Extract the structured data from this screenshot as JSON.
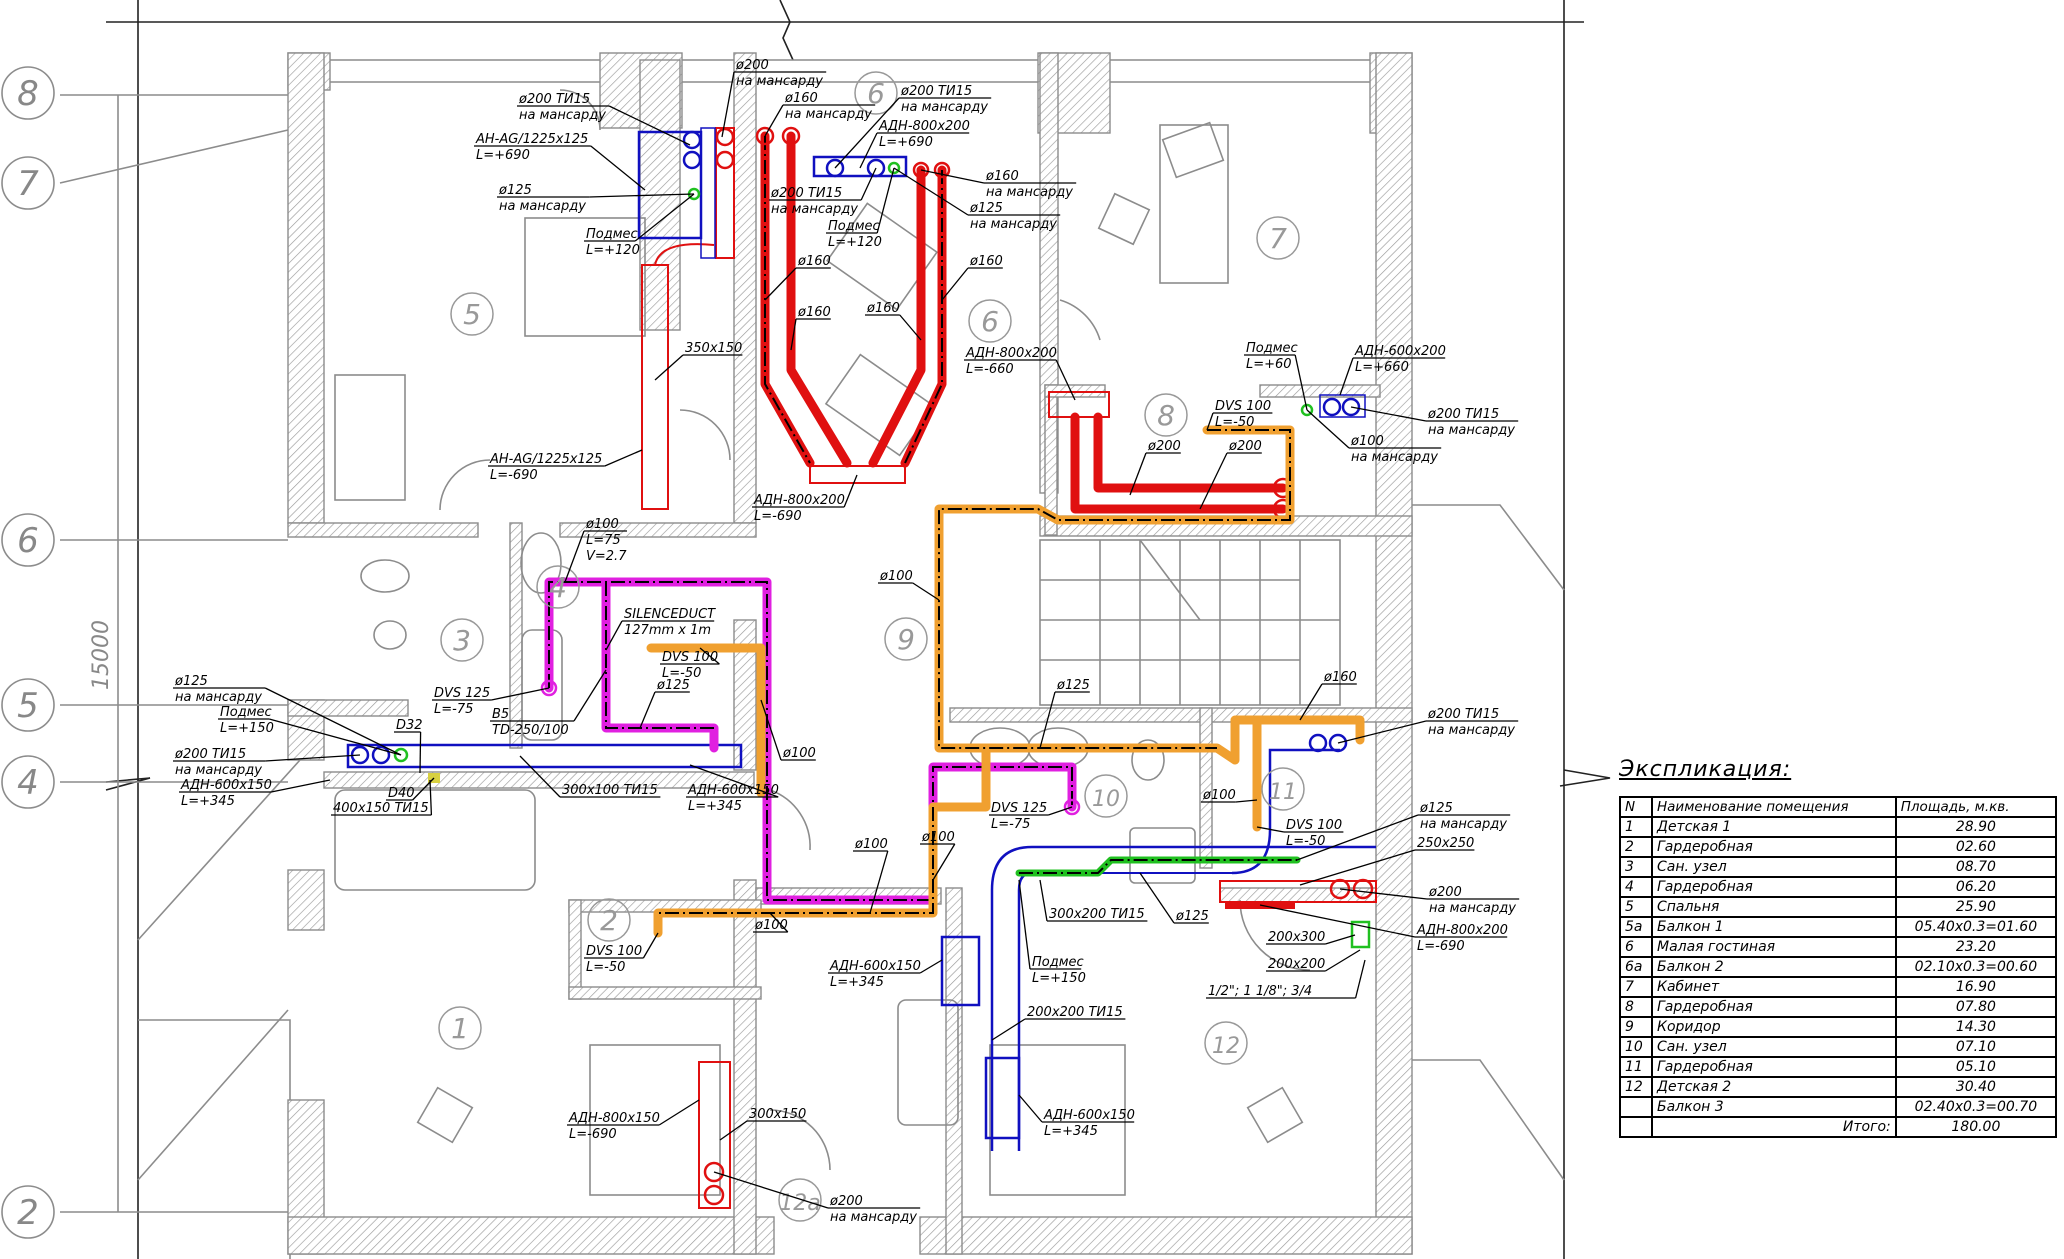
{
  "colors": {
    "supply_red": "#e01010",
    "blue": "#1010c0",
    "magenta": "#e020e0",
    "orange": "#f0a030",
    "green": "#20c020",
    "architecture": "#8c8c8c"
  },
  "grid_axes": [
    "8",
    "7",
    "6",
    "5",
    "4",
    "2"
  ],
  "overall_dimension": "15000",
  "room_numbers": [
    "1",
    "2",
    "3",
    "4",
    "5",
    "6",
    "6",
    "7",
    "8",
    "9",
    "10",
    "11",
    "12",
    "12a"
  ],
  "annotations": [
    {
      "lines": [
        "ø200 ТИ15",
        "на мансарду"
      ]
    },
    {
      "lines": [
        "АН-AG/1225x125",
        "L=+690"
      ]
    },
    {
      "lines": [
        "ø125",
        "на мансарду"
      ]
    },
    {
      "lines": [
        "Подмес",
        "L=+120"
      ]
    },
    {
      "lines": [
        "ø200",
        "на мансарду"
      ]
    },
    {
      "lines": [
        "ø160",
        "на мансарду"
      ]
    },
    {
      "lines": [
        "ø200 ТИ15",
        "на мансарду"
      ]
    },
    {
      "lines": [
        "АДН-800x200",
        "L=+690"
      ]
    },
    {
      "lines": [
        "ø200 ТИ15",
        "на мансарду"
      ]
    },
    {
      "lines": [
        "Подмес",
        "L=+120"
      ]
    },
    {
      "lines": [
        "ø160",
        "на мансарду"
      ]
    },
    {
      "lines": [
        "ø125",
        "на мансарду"
      ]
    },
    {
      "lines": [
        "ø160"
      ]
    },
    {
      "lines": [
        "ø160"
      ]
    },
    {
      "lines": [
        "ø160"
      ]
    },
    {
      "lines": [
        "ø160"
      ]
    },
    {
      "lines": [
        "350x150"
      ]
    },
    {
      "lines": [
        "АДН-800x200",
        "L=-660"
      ]
    },
    {
      "lines": [
        "АН-AG/1225x125",
        "L=-690"
      ]
    },
    {
      "lines": [
        "АДН-800x200",
        "L=-690"
      ]
    },
    {
      "lines": [
        "Подмес",
        "L=+60"
      ]
    },
    {
      "lines": [
        "АДН-600x200",
        "L=+660"
      ]
    },
    {
      "lines": [
        "DVS 100",
        "L=-50"
      ]
    },
    {
      "lines": [
        "ø200 ТИ15",
        "на мансарду"
      ]
    },
    {
      "lines": [
        "ø100",
        "на мансарду"
      ]
    },
    {
      "lines": [
        "ø200"
      ]
    },
    {
      "lines": [
        "ø200"
      ]
    },
    {
      "lines": [
        "ø100"
      ]
    },
    {
      "lines": [
        "ø100",
        "L=75",
        "V=2.7"
      ]
    },
    {
      "lines": [
        "SILENCEDUCT",
        "127mm x 1m"
      ]
    },
    {
      "lines": [
        "DVS 100",
        "L=-50"
      ]
    },
    {
      "lines": [
        "ø125"
      ]
    },
    {
      "lines": [
        "ø125",
        "на мансарду"
      ]
    },
    {
      "lines": [
        "Подмес",
        "L=+150"
      ]
    },
    {
      "lines": [
        "DVS 125",
        "L=-75"
      ]
    },
    {
      "lines": [
        "B5",
        "TD-250/100"
      ]
    },
    {
      "lines": [
        "D32"
      ]
    },
    {
      "lines": [
        "ø200 ТИ15",
        "на мансарду"
      ]
    },
    {
      "lines": [
        "АДН-600x150",
        "L=+345"
      ]
    },
    {
      "lines": [
        "D40"
      ]
    },
    {
      "lines": [
        "400x150 ТИ15"
      ]
    },
    {
      "lines": [
        "300x100 ТИ15"
      ]
    },
    {
      "lines": [
        "АДН-600x150",
        "L=+345"
      ]
    },
    {
      "lines": [
        "ø125"
      ]
    },
    {
      "lines": [
        "ø160"
      ]
    },
    {
      "lines": [
        "ø200 ТИ15",
        "на мансарду"
      ]
    },
    {
      "lines": [
        "ø100"
      ]
    },
    {
      "lines": [
        "ø100"
      ]
    },
    {
      "lines": [
        "DVS 100",
        "L=-50"
      ]
    },
    {
      "lines": [
        "ø125",
        "на мансарду"
      ]
    },
    {
      "lines": [
        "250x250"
      ]
    },
    {
      "lines": [
        "ø200",
        "на мансарду"
      ]
    },
    {
      "lines": [
        "АДН-800x200",
        "L=-690"
      ]
    },
    {
      "lines": [
        "200x300"
      ]
    },
    {
      "lines": [
        "200x200"
      ]
    },
    {
      "lines": [
        "1/2\";  1 1/8\"; 3/4"
      ]
    },
    {
      "lines": [
        "ø100"
      ]
    },
    {
      "lines": [
        "ø100"
      ]
    },
    {
      "lines": [
        "DVS 125",
        "L=-75"
      ]
    },
    {
      "lines": [
        "300x200 ТИ15"
      ]
    },
    {
      "lines": [
        "ø125"
      ]
    },
    {
      "lines": [
        "Подмес",
        "L=+150"
      ]
    },
    {
      "lines": [
        "ø100"
      ]
    },
    {
      "lines": [
        "DVS 100",
        "L=-50"
      ]
    },
    {
      "lines": [
        "АДН-600x150",
        "L=+345"
      ]
    },
    {
      "lines": [
        "200x200 ТИ15"
      ]
    },
    {
      "lines": [
        "АДН-800x150",
        "L=-690"
      ]
    },
    {
      "lines": [
        "300x150"
      ]
    },
    {
      "lines": [
        "АДН-600x150",
        "L=+345"
      ]
    },
    {
      "lines": [
        "ø200",
        "на мансарду"
      ]
    }
  ],
  "explication": {
    "title": "Экспликация:",
    "headers": [
      "N",
      "Наименование помещения",
      "Площадь, м.кв."
    ],
    "rows": [
      {
        "n": "1",
        "name": "Детская 1",
        "area": "28.90"
      },
      {
        "n": "2",
        "name": "Гардеробная",
        "area": "02.60"
      },
      {
        "n": "3",
        "name": "Сан. узел",
        "area": "08.70"
      },
      {
        "n": "4",
        "name": "Гардеробная",
        "area": "06.20"
      },
      {
        "n": "5",
        "name": "Спальня",
        "area": "25.90"
      },
      {
        "n": "5a",
        "name": "Балкон 1",
        "area": "05.40x0.3=01.60"
      },
      {
        "n": "6",
        "name": "Малая гостиная",
        "area": "23.20"
      },
      {
        "n": "6a",
        "name": "Балкон 2",
        "area": "02.10x0.3=00.60"
      },
      {
        "n": "7",
        "name": "Кабинет",
        "area": "16.90"
      },
      {
        "n": "8",
        "name": "Гардеробная",
        "area": "07.80"
      },
      {
        "n": "9",
        "name": "Коридор",
        "area": "14.30"
      },
      {
        "n": "10",
        "name": "Сан. узел",
        "area": "07.10"
      },
      {
        "n": "11",
        "name": "Гардеробная",
        "area": "05.10"
      },
      {
        "n": "12",
        "name": "Детская 2",
        "area": "30.40"
      },
      {
        "n": "",
        "name": "Балкон 3",
        "area": "02.40x0.3=00.70"
      }
    ],
    "total_label": "Итого:",
    "total_value": "180.00"
  }
}
